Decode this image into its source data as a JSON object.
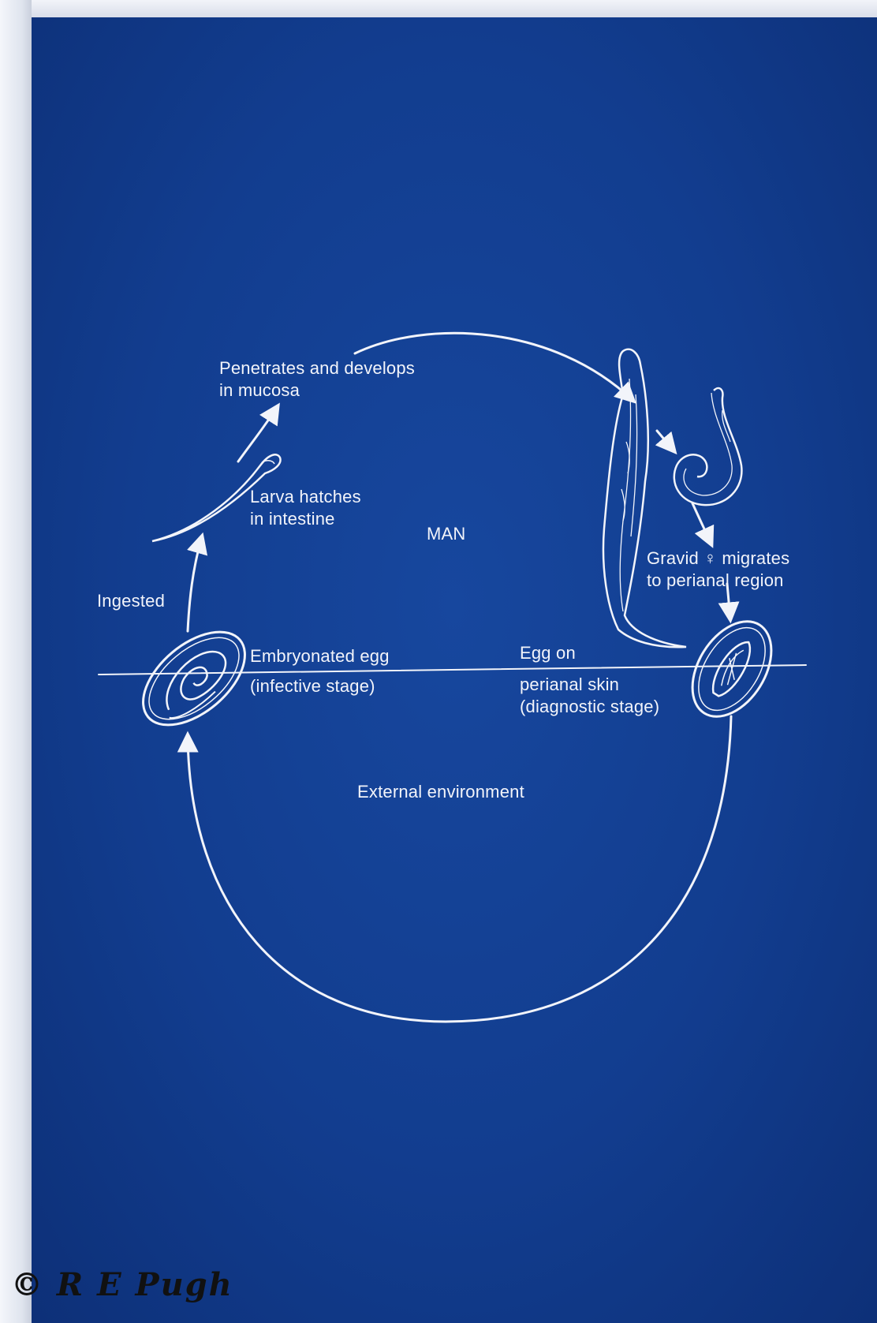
{
  "labels": {
    "penetrates": [
      "Penetrates and develops",
      "in mucosa"
    ],
    "larva": [
      "Larva hatches",
      "in intestine"
    ],
    "man": "MAN",
    "gravid": [
      "Gravid ♀ migrates",
      "to perianal region"
    ],
    "ingested": "Ingested",
    "embryonated": [
      "Embryonated egg",
      "(infective stage)"
    ],
    "egg_on": [
      "Egg on",
      "perianal skin",
      "(diagnostic stage)"
    ],
    "external": "External environment"
  },
  "copyright": "© R E Pugh",
  "colors": {
    "background": "#123d8f",
    "line": "#f2f4fa",
    "frame": "#e9ecf3"
  },
  "icons": [
    "larva-icon",
    "adult-worm-icon",
    "coiled-worm-icon",
    "embryonated-egg-icon",
    "perianal-egg-icon"
  ]
}
